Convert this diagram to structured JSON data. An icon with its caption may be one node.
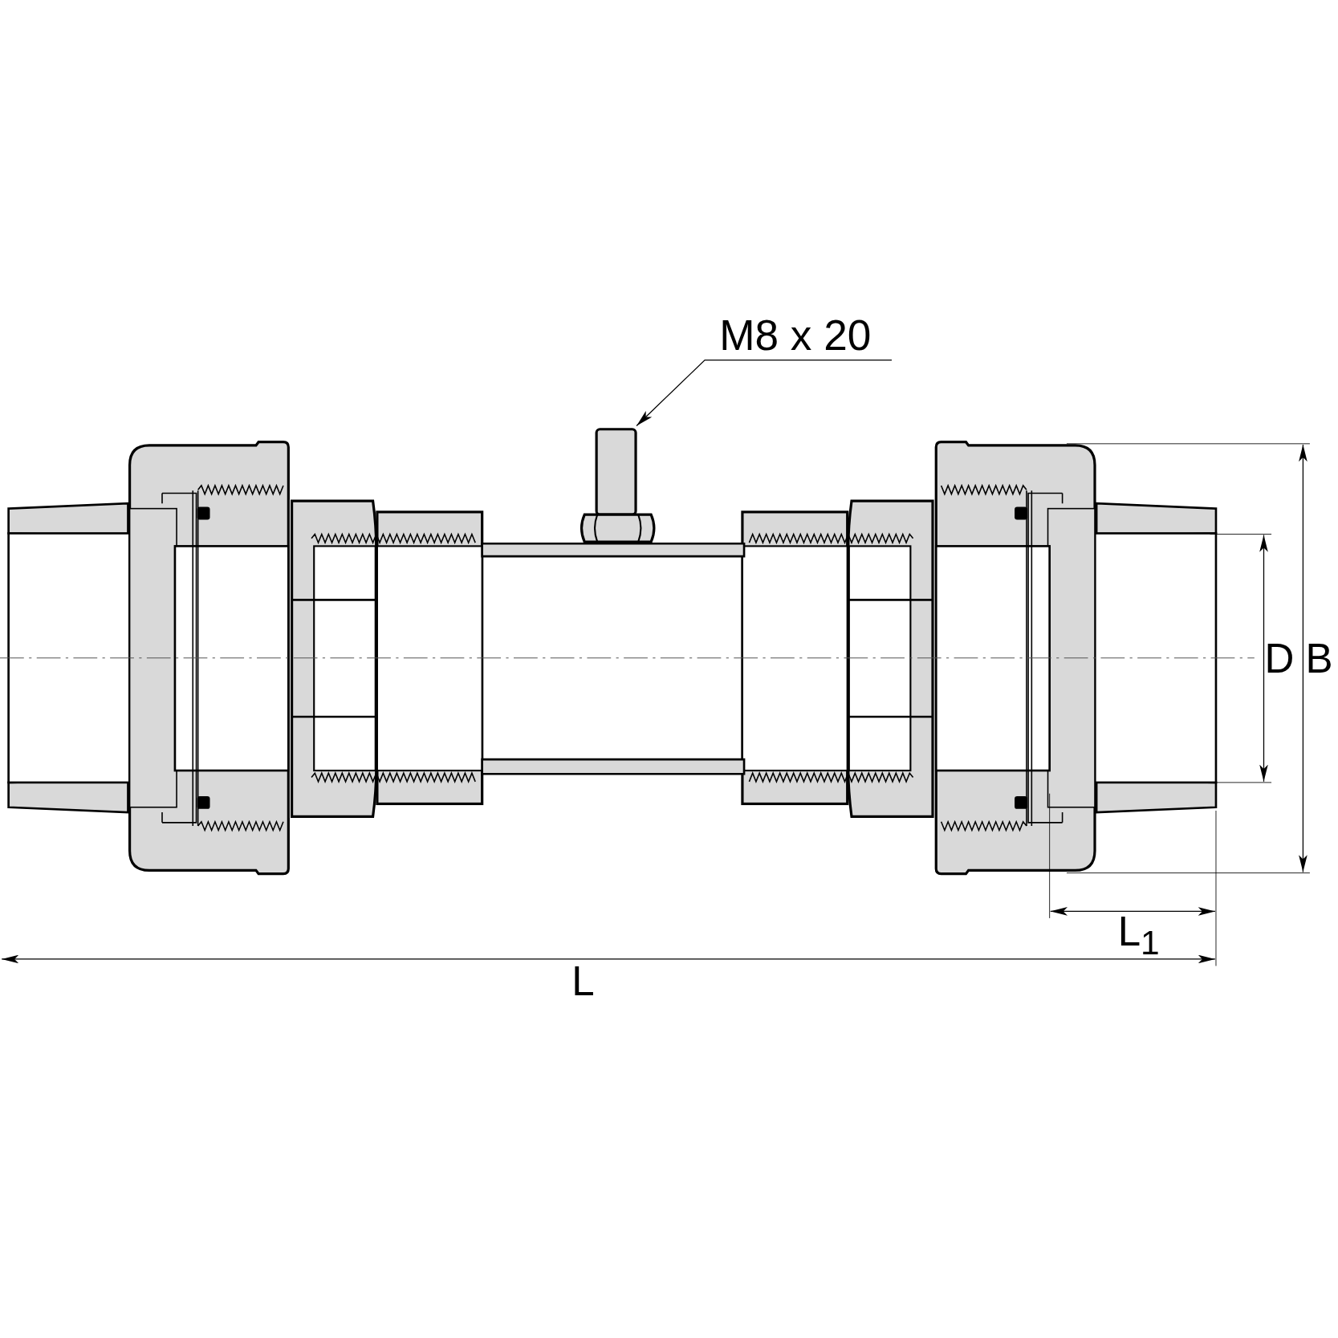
{
  "diagram": {
    "nodes": [
      {
        "text": [
          "M8 x 20"
        ]
      },
      {
        "text": [],
        "shape": "picture"
      }
    ],
    "edges": [
      {
        "from": 0,
        "to": 1,
        "arrow": "to"
      }
    ],
    "labels": [
      "D",
      "B",
      "L$_{1}$",
      "L"
    ]
  }
}
